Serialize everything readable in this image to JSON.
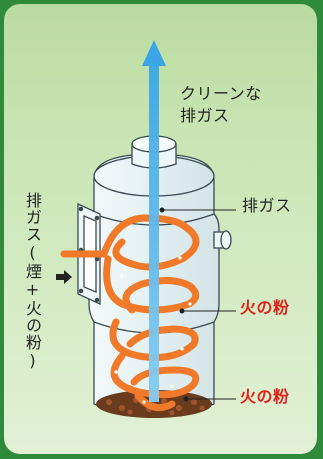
{
  "labels": {
    "clean_gas_line1": "クリーンな",
    "clean_gas_line2": "排ガス",
    "exhaust_gas": "排ガス",
    "inlet_gas": "排ガス(煙+火の粉)",
    "sparks_upper": "火の粉",
    "sparks_lower": "火の粉"
  },
  "colors": {
    "background_outer": "#2f8a3c",
    "arrow_blue": "#4fb2e8",
    "spiral_orange": "#f07a2a",
    "spark_label_red": "#e0231a",
    "vessel_fill": "#e6f2f3",
    "vessel_stroke": "#3a4a52"
  }
}
